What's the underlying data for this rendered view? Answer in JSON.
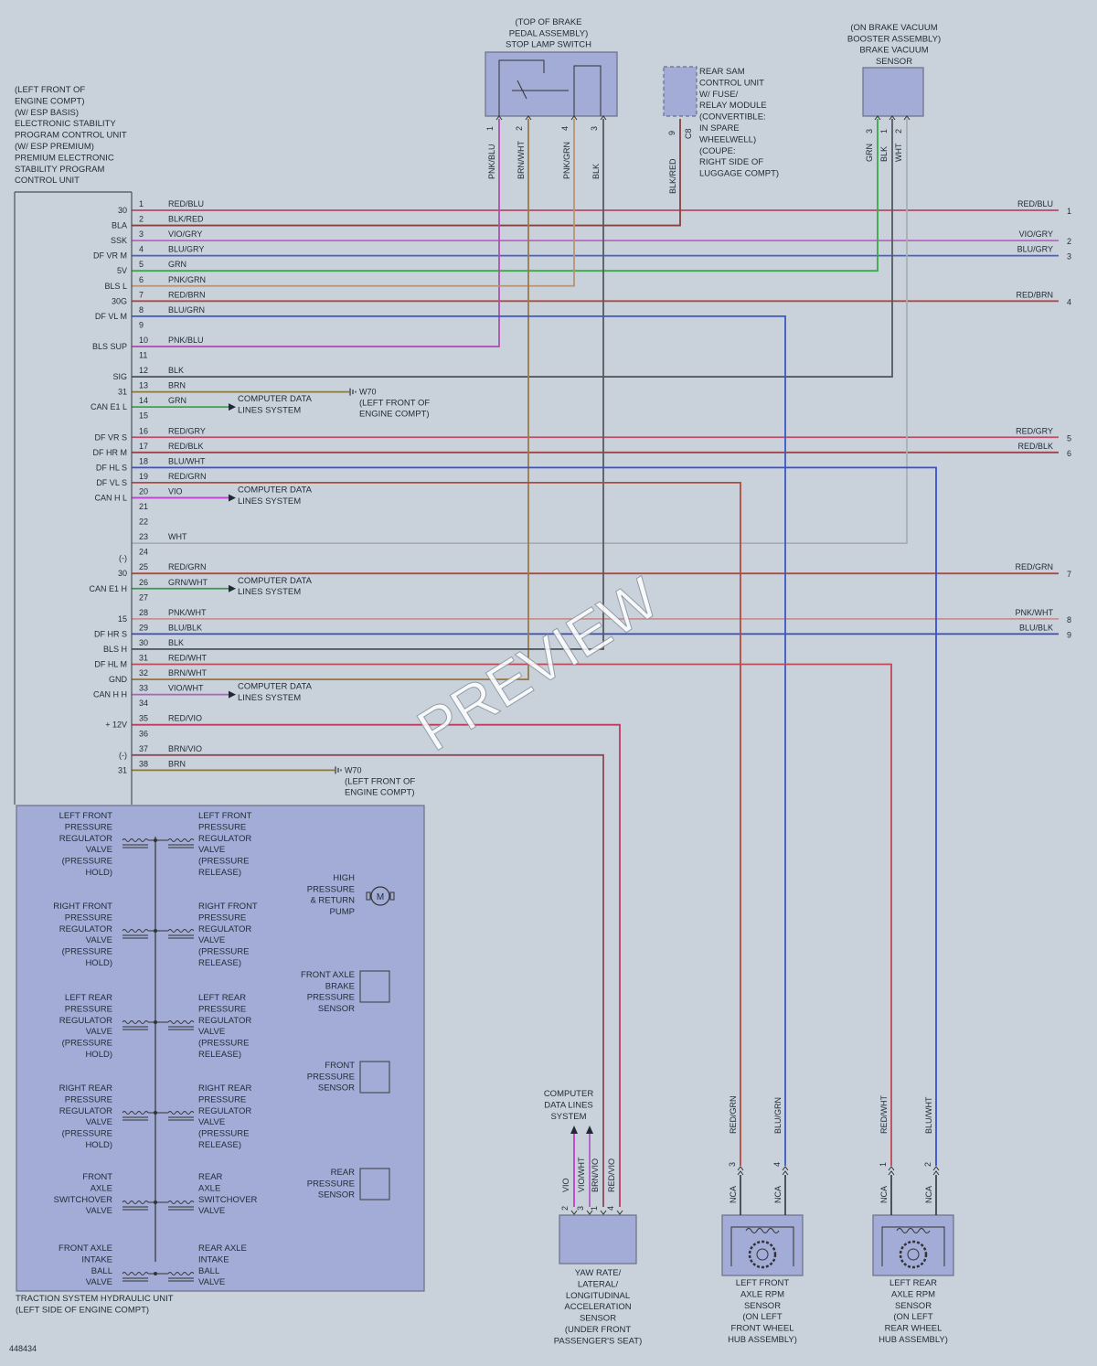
{
  "diagram_id": "448434",
  "watermark": "PREVIEW",
  "ecu_label": [
    "(LEFT FRONT OF",
    "ENGINE COMPT)",
    "(W/ ESP BASIS)",
    "ELECTRONIC STABILITY",
    "PROGRAM CONTROL UNIT",
    "(W/ ESP PREMIUM)",
    "PREMIUM ELECTRONIC",
    "STABILITY PROGRAM",
    "CONTROL UNIT"
  ],
  "pins": [
    {
      "n": "1",
      "sig": "30",
      "wire": "RED/BLU",
      "color": "#b44b68"
    },
    {
      "n": "2",
      "sig": "BLA",
      "wire": "BLK/RED",
      "color": "#8a3f3f"
    },
    {
      "n": "3",
      "sig": "SSK",
      "wire": "VIO/GRY",
      "color": "#c060c8"
    },
    {
      "n": "4",
      "sig": "DF VR M",
      "wire": "BLU/GRY",
      "color": "#4a5fc0"
    },
    {
      "n": "5",
      "sig": "5V",
      "wire": "GRN",
      "color": "#3aa84a"
    },
    {
      "n": "6",
      "sig": "BLS L",
      "wire": "PNK/GRN",
      "color": "#b89474"
    },
    {
      "n": "7",
      "sig": "30G",
      "wire": "RED/BRN",
      "color": "#b04a40"
    },
    {
      "n": "8",
      "sig": "DF VL M",
      "wire": "BLU/GRN",
      "color": "#3a58c8"
    },
    {
      "n": "9",
      "sig": "",
      "wire": "",
      "color": ""
    },
    {
      "n": "10",
      "sig": "BLS SUP",
      "wire": "PNK/BLU",
      "color": "#b050b0"
    },
    {
      "n": "11",
      "sig": "",
      "wire": "",
      "color": ""
    },
    {
      "n": "12",
      "sig": "SIG",
      "wire": "BLK",
      "color": "#555a60"
    },
    {
      "n": "13",
      "sig": "31",
      "wire": "BRN",
      "color": "#8a7a3a"
    },
    {
      "n": "14",
      "sig": "CAN E1 L",
      "wire": "GRN",
      "color": "#3aa84a"
    },
    {
      "n": "15",
      "sig": "",
      "wire": "",
      "color": ""
    },
    {
      "n": "16",
      "sig": "DF VR S",
      "wire": "RED/GRY",
      "color": "#c04a6a"
    },
    {
      "n": "17",
      "sig": "DF HR M",
      "wire": "RED/BLK",
      "color": "#a0404a"
    },
    {
      "n": "18",
      "sig": "DF HL S",
      "wire": "BLU/WHT",
      "color": "#3a50d0"
    },
    {
      "n": "19",
      "sig": "DF VL S",
      "wire": "RED/GRN",
      "color": "#b04a40"
    },
    {
      "n": "20",
      "sig": "CAN H L",
      "wire": "VIO",
      "color": "#c040d0"
    },
    {
      "n": "21",
      "sig": "",
      "wire": "",
      "color": ""
    },
    {
      "n": "22",
      "sig": "",
      "wire": "",
      "color": ""
    },
    {
      "n": "23",
      "sig": "",
      "wire": "WHT",
      "color": "#a8aeb4"
    },
    {
      "n": "24",
      "sig": "(-)",
      "wire": "",
      "color": ""
    },
    {
      "n": "25",
      "sig": "30",
      "wire": "RED/GRN",
      "color": "#b04a40"
    },
    {
      "n": "26",
      "sig": "CAN E1 H",
      "wire": "GRN/WHT",
      "color": "#3a9a4a"
    },
    {
      "n": "27",
      "sig": "",
      "wire": "",
      "color": ""
    },
    {
      "n": "28",
      "sig": "15",
      "wire": "PNK/WHT",
      "color": "#c89090"
    },
    {
      "n": "29",
      "sig": "DF HR S",
      "wire": "BLU/BLK",
      "color": "#3a48b8"
    },
    {
      "n": "30",
      "sig": "BLS H",
      "wire": "BLK",
      "color": "#555a60"
    },
    {
      "n": "31",
      "sig": "DF HL M",
      "wire": "RED/WHT",
      "color": "#c04858"
    },
    {
      "n": "32",
      "sig": "GND",
      "wire": "BRN/WHT",
      "color": "#9a7a4a"
    },
    {
      "n": "33",
      "sig": "CAN H H",
      "wire": "VIO/WHT",
      "color": "#b060c0"
    },
    {
      "n": "34",
      "sig": "",
      "wire": "",
      "color": ""
    },
    {
      "n": "35",
      "sig": "+ 12V",
      "wire": "RED/VIO",
      "color": "#c03a60"
    },
    {
      "n": "36",
      "sig": "",
      "wire": "",
      "color": ""
    },
    {
      "n": "37",
      "sig": "(-)",
      "wire": "BRN/VIO",
      "color": "#8a4a5a"
    },
    {
      "n": "38",
      "sig": "31",
      "wire": "BRN",
      "color": "#8a7a3a"
    }
  ],
  "right_labels": [
    {
      "wire": "RED/BLU",
      "num": "1"
    },
    {
      "wire": "VIO/GRY",
      "num": "2"
    },
    {
      "wire": "BLU/GRY",
      "num": "3"
    },
    {
      "wire": "RED/BRN",
      "num": "4"
    },
    {
      "wire": "RED/GRY",
      "num": "5"
    },
    {
      "wire": "RED/BLK",
      "num": "6"
    },
    {
      "wire": "RED/GRN",
      "num": "7"
    },
    {
      "wire": "PNK/WHT",
      "num": "8"
    },
    {
      "wire": "BLU/BLK",
      "num": "9"
    }
  ],
  "stop_lamp": {
    "label": [
      "(TOP OF BRAKE",
      "PEDAL ASSEMBLY)",
      "STOP LAMP SWITCH"
    ],
    "pins": [
      "1",
      "2",
      "4",
      "3"
    ],
    "wires": [
      "PNK/BLU",
      "BRN/WHT",
      "PNK/GRN",
      "BLK"
    ]
  },
  "sam": {
    "label": [
      "REAR SAM",
      "CONTROL UNIT",
      "W/ FUSE/",
      "RELAY MODULE",
      "(CONVERTIBLE:",
      "IN SPARE",
      "WHEELWELL)",
      "(COUPE:",
      "RIGHT SIDE OF",
      "LUGGAGE COMPT)"
    ],
    "pin": "9",
    "conn": "C8",
    "wire": "BLK/RED"
  },
  "vacuum": {
    "label": [
      "(ON BRAKE VACUUM",
      "BOOSTER ASSEMBLY)",
      "BRAKE VACUUM",
      "SENSOR"
    ],
    "pins": [
      "3",
      "1",
      "2"
    ],
    "wires": [
      "GRN",
      "BLK",
      "WHT"
    ]
  },
  "data_lines_label": [
    "COMPUTER DATA",
    "LINES SYSTEM"
  ],
  "ground": {
    "id": "W70",
    "label": [
      "(LEFT FRONT OF",
      "ENGINE COMPT)"
    ]
  },
  "hydraulic": {
    "label": [
      "TRACTION SYSTEM HYDRAULIC UNIT",
      "(LEFT SIDE OF ENGINE COMPT)"
    ],
    "left_valves": [
      [
        "LEFT FRONT",
        "PRESSURE",
        "REGULATOR",
        "VALVE",
        "(PRESSURE",
        "HOLD)"
      ],
      [
        "RIGHT FRONT",
        "PRESSURE",
        "REGULATOR",
        "VALVE",
        "(PRESSURE",
        "HOLD)"
      ],
      [
        "LEFT REAR",
        "PRESSURE",
        "REGULATOR",
        "VALVE",
        "(PRESSURE",
        "HOLD)"
      ],
      [
        "RIGHT REAR",
        "PRESSURE",
        "REGULATOR",
        "VALVE",
        "(PRESSURE",
        "HOLD)"
      ],
      [
        "FRONT",
        "AXLE",
        "SWITCHOVER",
        "VALVE"
      ],
      [
        "FRONT AXLE",
        "INTAKE",
        "BALL",
        "VALVE"
      ]
    ],
    "right_valves": [
      [
        "LEFT FRONT",
        "PRESSURE",
        "REGULATOR",
        "VALVE",
        "(PRESSURE",
        "RELEASE)"
      ],
      [
        "RIGHT FRONT",
        "PRESSURE",
        "REGULATOR",
        "VALVE",
        "(PRESSURE",
        "RELEASE)"
      ],
      [
        "LEFT REAR",
        "PRESSURE",
        "REGULATOR",
        "VALVE",
        "(PRESSURE",
        "RELEASE)"
      ],
      [
        "RIGHT REAR",
        "PRESSURE",
        "REGULATOR",
        "VALVE",
        "(PRESSURE",
        "RELEASE)"
      ],
      [
        "REAR",
        "AXLE",
        "SWITCHOVER",
        "VALVE"
      ],
      [
        "REAR AXLE",
        "INTAKE",
        "BALL",
        "VALVE"
      ]
    ],
    "pump": [
      "HIGH",
      "PRESSURE",
      "& RETURN",
      "PUMP"
    ],
    "pump_symbol": "M",
    "sensors": [
      [
        "FRONT AXLE",
        "BRAKE",
        "PRESSURE",
        "SENSOR"
      ],
      [
        "FRONT",
        "PRESSURE",
        "SENSOR"
      ],
      [
        "REAR",
        "PRESSURE",
        "SENSOR"
      ]
    ]
  },
  "yaw": {
    "label": [
      "YAW RATE/",
      "LATERAL/",
      "LONGITUDINAL",
      "ACCELERATION",
      "SENSOR",
      "(UNDER FRONT",
      "PASSENGER'S SEAT)"
    ],
    "pins": [
      "2",
      "3",
      "1",
      "4"
    ],
    "wires": [
      "VIO",
      "VIO/WHT",
      "BRN/VIO",
      "RED/VIO"
    ],
    "data_label": [
      "COMPUTER",
      "DATA LINES",
      "SYSTEM"
    ]
  },
  "lf_rpm": {
    "label": [
      "LEFT FRONT",
      "AXLE RPM",
      "SENSOR",
      "(ON LEFT",
      "FRONT WHEEL",
      "HUB ASSEMBLY)"
    ],
    "pins": [
      "3",
      "4"
    ],
    "wires": [
      "RED/GRN",
      "BLU/GRN"
    ],
    "nca": "NCA"
  },
  "lr_rpm": {
    "label": [
      "LEFT REAR",
      "AXLE RPM",
      "SENSOR",
      "(ON LEFT",
      "REAR WHEEL",
      "HUB ASSEMBLY)"
    ],
    "pins": [
      "1",
      "2"
    ],
    "wires": [
      "RED/WHT",
      "BLU/WHT"
    ],
    "nca": "NCA"
  }
}
